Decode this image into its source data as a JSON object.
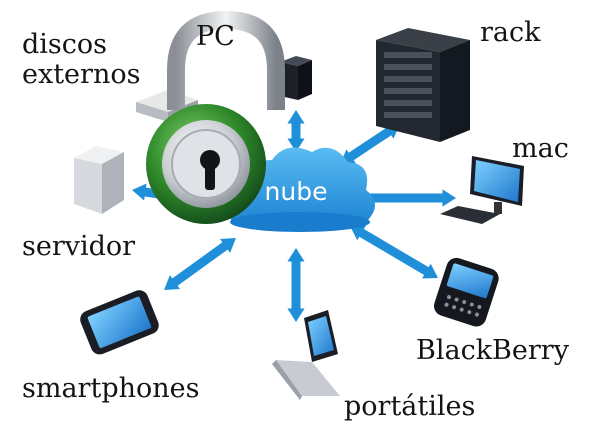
{
  "diagram": {
    "center": {
      "label": "nube"
    },
    "nodes": [
      {
        "id": "discos",
        "lines": [
          "discos",
          "externos"
        ]
      },
      {
        "id": "pc",
        "lines": [
          "PC"
        ]
      },
      {
        "id": "rack",
        "lines": [
          "rack"
        ]
      },
      {
        "id": "mac",
        "lines": [
          "mac"
        ]
      },
      {
        "id": "servidor",
        "lines": [
          "servidor"
        ]
      },
      {
        "id": "blackberry",
        "lines": [
          "BlackBerry"
        ]
      },
      {
        "id": "smartphones",
        "lines": [
          "smartphones"
        ]
      },
      {
        "id": "portatiles",
        "lines": [
          "portátiles"
        ]
      }
    ]
  },
  "colors": {
    "arrow": "#1e8fd8",
    "cloud": "#2a9be0",
    "lock_green": "#2f8a2a",
    "lock_silver": "#c9cdd2",
    "device_dark": "#2a2e36",
    "screen_blue": "#3aa6ee"
  },
  "icons": [
    "padlock-icon",
    "cloud-icon",
    "server-rack-icon",
    "desktop-pc-icon",
    "external-disk-icon",
    "tower-server-icon",
    "monitor-icon",
    "smartphone-icon",
    "blackberry-icon",
    "laptop-icon"
  ]
}
